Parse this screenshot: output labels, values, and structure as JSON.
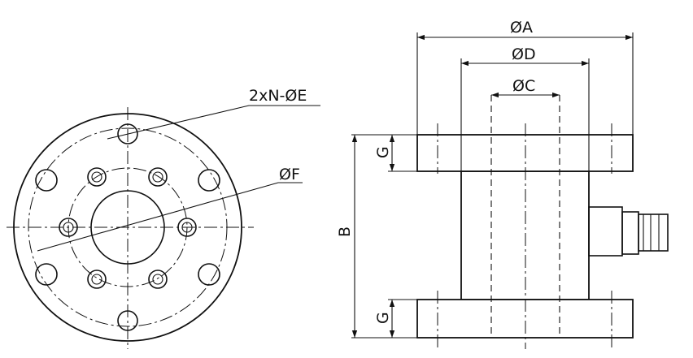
{
  "labels": {
    "dia_a": "ØA",
    "dia_d": "ØD",
    "dia_c": "ØC",
    "holes": "2xN-ØE",
    "dia_f": "ØF",
    "height_b": "B",
    "flange_g_top": "G",
    "flange_g_bottom": "G"
  },
  "colors": {
    "line": "#111111",
    "background": "#ffffff"
  }
}
